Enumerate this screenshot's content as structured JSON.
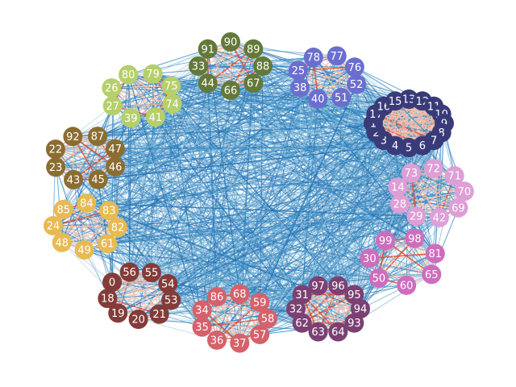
{
  "chart_data": {
    "type": "network",
    "title": "",
    "clusters": [
      {
        "color": "#393b79",
        "nodes": [
          "13",
          "12",
          "11",
          "10",
          "9",
          "8",
          "7",
          "6",
          "5",
          "4",
          "3",
          "2",
          "1",
          "17",
          "16",
          "15"
        ]
      },
      {
        "color": "#6b6ecf",
        "nodes": [
          "77",
          "76",
          "52",
          "51",
          "40",
          "38",
          "25",
          "78"
        ]
      },
      {
        "color": "#637939",
        "nodes": [
          "90",
          "89",
          "88",
          "67",
          "66",
          "44",
          "33",
          "91"
        ]
      },
      {
        "color": "#b5cf6b",
        "nodes": [
          "79",
          "75",
          "74",
          "41",
          "39",
          "27",
          "26",
          "80"
        ]
      },
      {
        "color": "#8c6d31",
        "nodes": [
          "87",
          "47",
          "46",
          "45",
          "43",
          "23",
          "22",
          "92"
        ]
      },
      {
        "color": "#e7ba52",
        "nodes": [
          "84",
          "83",
          "82",
          "61",
          "49",
          "48",
          "24",
          "85"
        ]
      },
      {
        "color": "#843c39",
        "nodes": [
          "55",
          "54",
          "53",
          "21",
          "20",
          "19",
          "18",
          "0",
          "56"
        ]
      },
      {
        "color": "#d6616b",
        "nodes": [
          "68",
          "59",
          "58",
          "57",
          "37",
          "36",
          "35",
          "34",
          "86"
        ]
      },
      {
        "color": "#7b4173",
        "nodes": [
          "96",
          "95",
          "94",
          "93",
          "64",
          "63",
          "62",
          "32",
          "31",
          "97"
        ]
      },
      {
        "color": "#ce6dbd",
        "nodes": [
          "98",
          "81",
          "65",
          "60",
          "50",
          "30",
          "99"
        ]
      },
      {
        "color": "#de9ed6",
        "nodes": [
          "72",
          "71",
          "70",
          "69",
          "42",
          "29",
          "28",
          "14",
          "73"
        ]
      }
    ],
    "intra_edge_color": "#fcbba1",
    "inter_edge_color": "#4292c6"
  }
}
